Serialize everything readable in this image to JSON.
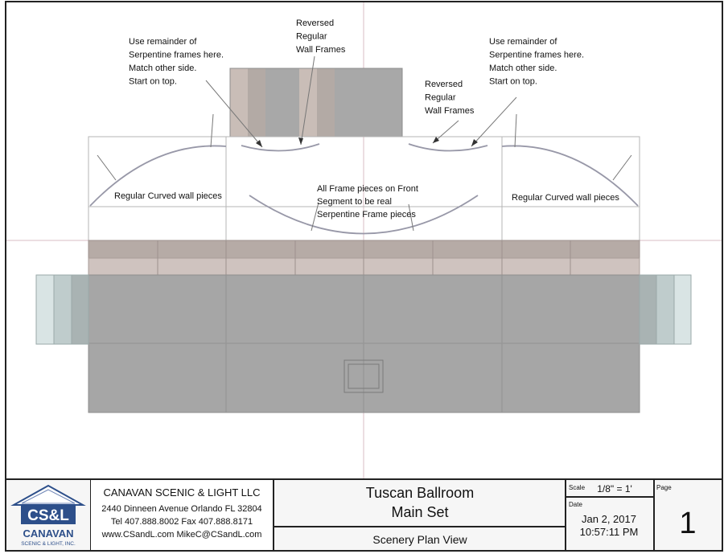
{
  "notes": {
    "top_left": [
      "Use remainder of",
      "Serpentine frames here.",
      "Match other side.",
      "Start on top."
    ],
    "top_right": [
      "Use remainder of",
      "Serpentine frames here.",
      "Match other side.",
      "Start on top."
    ],
    "reversed_left": [
      "Reversed",
      "Regular",
      "Wall Frames"
    ],
    "reversed_right": [
      "Reversed",
      "Regular",
      "Wall Frames"
    ],
    "curved_left": "Regular Curved wall pieces",
    "curved_right": "Regular Curved wall pieces",
    "front_segment": [
      "All Frame pieces on Front",
      "Segment to be real",
      "Serpentine Frame pieces"
    ]
  },
  "title_block": {
    "logo_letters": "CS&L",
    "logo_name": "CANAVAN",
    "logo_sub": "SCENIC & LIGHT, INC.",
    "company": "CANAVAN SCENIC & LIGHT LLC",
    "address": "2440 Dinneen Avenue  Orlando FL 32804",
    "phones": "Tel 407.888.8002  Fax 407.888.8171",
    "web": "www.CSandL.com  MikeC@CSandL.com",
    "project_line1": "Tuscan Ballroom",
    "project_line2": "Main Set",
    "view_name": "Scenery Plan View",
    "scale_label": "Scale",
    "scale_value": "1/8\" = 1'",
    "date_label": "Date",
    "date_value": "Jan 2, 2017",
    "time_value": "10:57:11 PM",
    "page_label": "Page",
    "page_value": "1"
  },
  "colors": {
    "floor": "#a6a6a6",
    "platform_dark": "#b6aba6",
    "platform_light": "#cdc1bd",
    "side_stage_dark": "#a9b3b3",
    "side_stage_mid": "#bfcccc",
    "side_stage_light": "#d9e4e4",
    "centerline": "#d5b8c0",
    "border": "#222222"
  }
}
